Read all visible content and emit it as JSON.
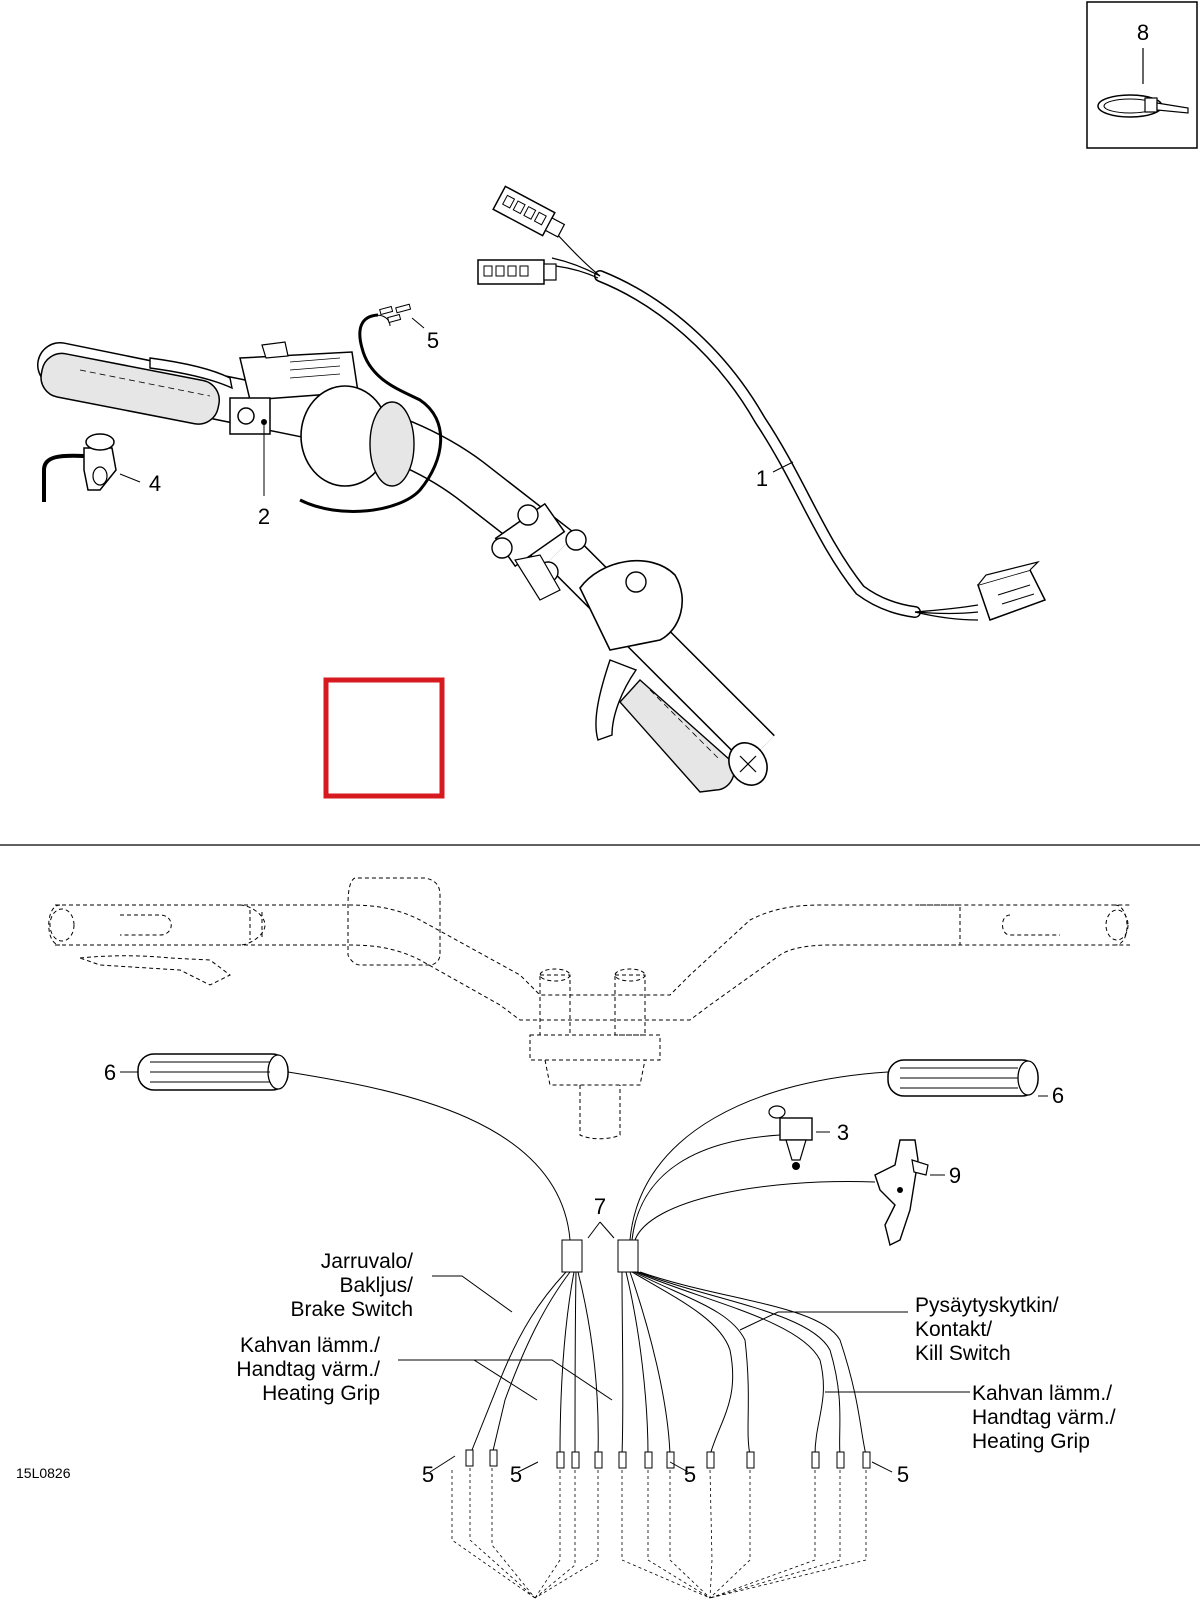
{
  "doc_id": "15L0826",
  "callouts": {
    "c1": "1",
    "c2": "2",
    "c3": "3",
    "c4": "4",
    "c5_top": "5",
    "c5_a": "5",
    "c5_b": "5",
    "c5_c": "5",
    "c5_d": "5",
    "c6_left": "6",
    "c6_right": "6",
    "c7": "7",
    "c8": "8",
    "c9": "9"
  },
  "labels": {
    "brake": [
      "Jarruvalo/",
      "Bakljus/",
      "Brake Switch"
    ],
    "heat_left": [
      "Kahvan lämm./",
      "Handtag värm./",
      "Heating Grip"
    ],
    "kill": [
      "Pysäytyskytkin/",
      "Kontakt/",
      "Kill Switch"
    ],
    "heat_right": [
      "Kahvan lämm./",
      "Handtag värm./",
      "Heating Grip"
    ]
  },
  "colors": {
    "line": "#000000",
    "harness_fill": "#ffffff",
    "highlight_box": "#d71920",
    "grip_fill": "#e6e6e6"
  }
}
